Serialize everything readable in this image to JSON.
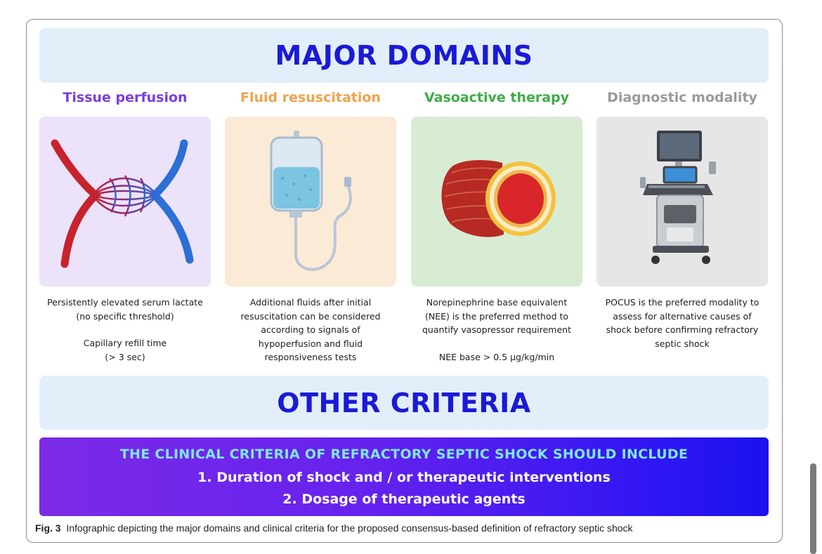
{
  "major_domains_title": "MAJOR DOMAINS",
  "columns": [
    {
      "title": "Tissue perfusion",
      "color": "#7a3ce6",
      "card_bg": "#ece2fa",
      "icon": "blood-vessel-icon",
      "lines": [
        "Persistently elevated serum lactate",
        "(no specific threshold)"
      ],
      "lines2": [
        "Capillary refill time",
        "(> 3 sec)"
      ]
    },
    {
      "title": "Fluid resuscitation",
      "color": "#f0a24c",
      "card_bg": "#fbead6",
      "icon": "iv-bag-icon",
      "lines": [
        "Additional fluids after initial",
        "resuscitation can be considered",
        "according to signals of",
        "hypoperfusion and fluid",
        "responsiveness tests"
      ],
      "lines2": []
    },
    {
      "title": "Vasoactive therapy",
      "color": "#3cad46",
      "card_bg": "#d8ecd4",
      "icon": "artery-cross-section-icon",
      "lines": [
        "Norepinephrine base equivalent",
        "(NEE) is the preferred method to",
        "quantify vasopressor requirement"
      ],
      "lines2": [
        "NEE base > 0.5 µg/kg/min"
      ]
    },
    {
      "title": "Diagnostic modality",
      "color": "#9a9a9a",
      "card_bg": "#e6e6e6",
      "icon": "ultrasound-machine-icon",
      "lines": [
        "POCUS is the preferred modality to",
        "assess for alternative causes of",
        "shock before confirming refractory",
        "septic shock"
      ],
      "lines2": []
    }
  ],
  "other_criteria_title": "OTHER CRITERIA",
  "criteria": {
    "heading": "THE CLINICAL CRITERIA OF REFRACTORY SEPTIC SHOCK SHOULD INCLUDE",
    "item1": "1. Duration of shock and / or therapeutic interventions",
    "item2": "2. Dosage of therapeutic agents"
  },
  "caption": {
    "label": "Fig. 3",
    "text": "Infographic depicting the major domains and clinical criteria for the proposed consensus-based definition of refractory septic shock"
  }
}
